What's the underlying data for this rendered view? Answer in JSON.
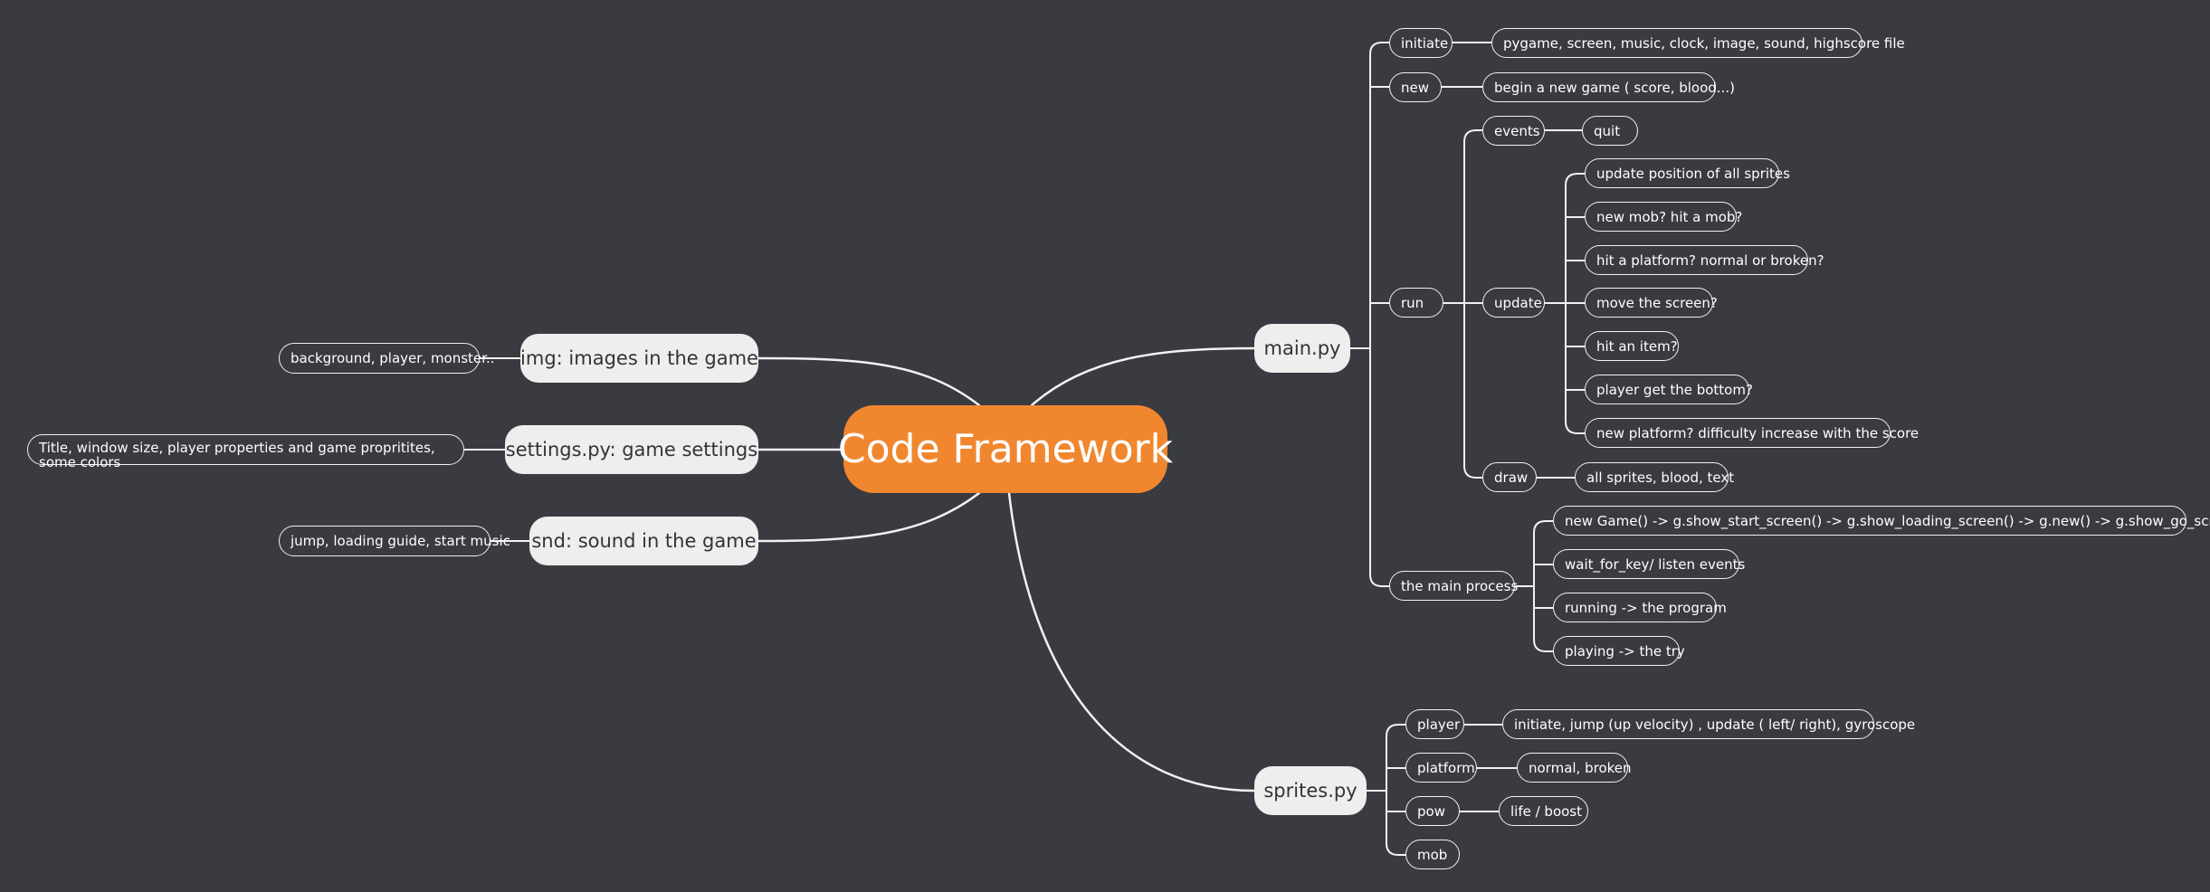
{
  "central": "Code Framework",
  "left": {
    "img": {
      "label": "img: images in the game",
      "child": "background, player, monster.."
    },
    "settings": {
      "label": "settings.py: game settings",
      "child": "Title, window size, player properties and game propritites, some colors"
    },
    "snd": {
      "label": "snd: sound in the game",
      "child": "jump, loading guide, start music"
    }
  },
  "main_py": {
    "label": "main.py",
    "initiate": {
      "label": "initiate",
      "child": "pygame, screen, music, clock, image, sound, highscore file"
    },
    "new": {
      "label": "new",
      "child": "begin a new game ( score, blood...)"
    },
    "run": {
      "label": "run",
      "events": {
        "label": "events",
        "child": "quit"
      },
      "update": {
        "label": "update",
        "items": [
          "update position of all sprites",
          "new mob? hit a mob?",
          "hit a platform? normal or broken?",
          "move the screen?",
          "hit an item?",
          "player get the bottom?",
          "new platform? difficulty increase with the score"
        ]
      },
      "draw": {
        "label": "draw",
        "child": "all sprites, blood, text"
      }
    },
    "main_process": {
      "label": "the main process",
      "items": [
        "new Game() -> g.show_start_screen() -> g.show_loading_screen() ->  g.new()  -> g.show_go_screen()",
        "wait_for_key/ listen events",
        "running -> the program",
        "playing -> the try"
      ]
    }
  },
  "sprites_py": {
    "label": "sprites.py",
    "player": {
      "label": "player",
      "child": "initiate, jump (up velocity) , update  ( left/ right), gyroscope"
    },
    "platform": {
      "label": "platform",
      "child": "normal, broken"
    },
    "pow": {
      "label": "pow",
      "child": "life / boost"
    },
    "mob": {
      "label": "mob"
    }
  }
}
